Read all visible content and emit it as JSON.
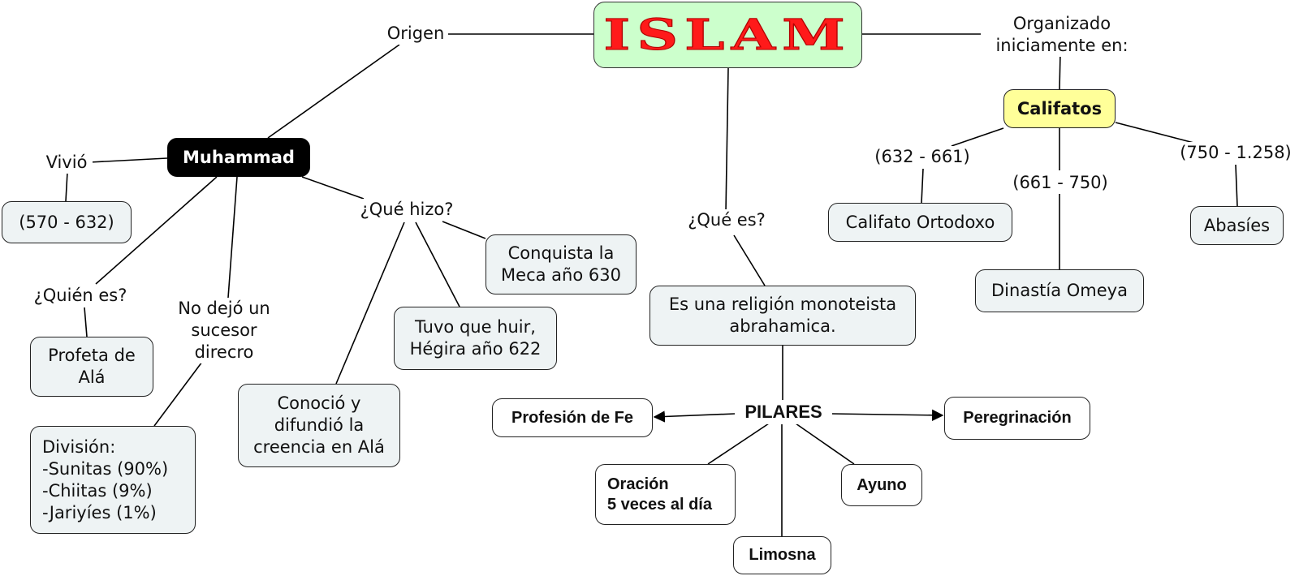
{
  "root": {
    "title": "ISLAM"
  },
  "branches": {
    "origen": "Origen",
    "organizado": "Organizado\niniciamente en:",
    "que_es": "¿Qué es?"
  },
  "muhammad": {
    "title": "Muhammad",
    "vivio": "Vivió",
    "years": "(570 - 632)",
    "quien_es": "¿Quién es?",
    "profeta": "Profeta de\nAlá",
    "no_sucesor": "No dejó un\nsucesor\ndirecro",
    "division": "División:\n-Sunitas (90%)\n-Chiitas (9%)\n-Jariyíes (1%)",
    "que_hizo": "¿Qué hizo?",
    "conquista": "Conquista la\nMeca año 630",
    "huir": "Tuvo que huir,\nHégira año 622",
    "conocio": "Conoció y\ndifundió la\ncreencia en Alá"
  },
  "religion": {
    "definicion": "Es una religión monoteista\nabrahamica.",
    "pilares": "PILARES",
    "items": {
      "fe": "Profesión de Fe",
      "peregrinacion": "Peregrinación",
      "oracion": "Oración\n5 veces al día",
      "ayuno": "Ayuno",
      "limosna": "Limosna"
    }
  },
  "califatos": {
    "title": "Califatos",
    "p1": "(632 - 661)",
    "p2": "(661 - 750)",
    "p3": "(750 - 1.258)",
    "ortodoxo": "Califato Ortodoxo",
    "omeya": "Dinastía Omeya",
    "abasies": "Abasíes"
  },
  "colors": {
    "root_bg": "#ccffcc",
    "root_text": "#ff1a1a",
    "node_bg": "#eef3f4",
    "muhammad_bg": "#000000",
    "califatos_bg": "#ffff99"
  }
}
